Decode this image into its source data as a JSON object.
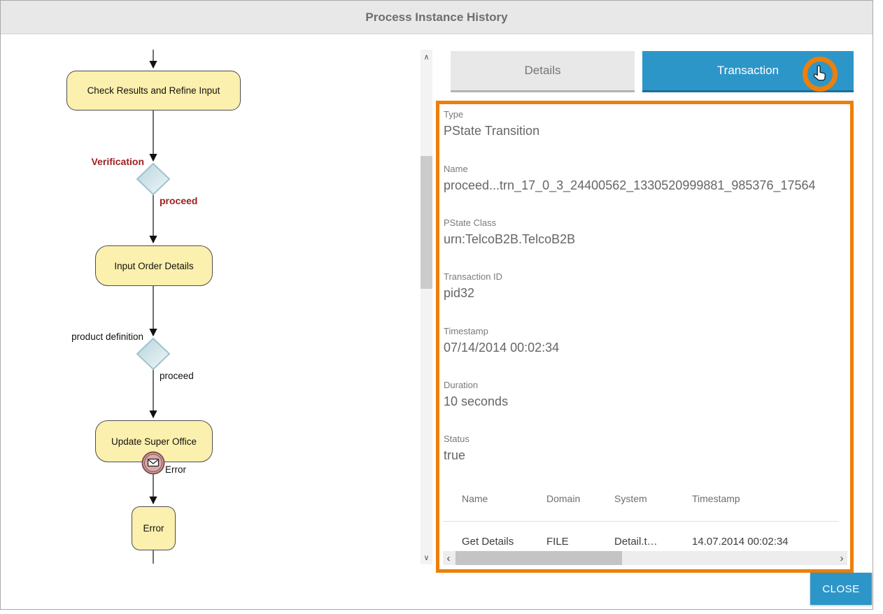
{
  "window": {
    "title": "Process Instance History",
    "close_label": "CLOSE"
  },
  "colors": {
    "accent_orange": "#ee7f0a",
    "tab_blue": "#2d96c9",
    "tab_blue_border": "#1a6d99",
    "node_yellow": "#fbf0ad",
    "node_border": "#4d4d4d",
    "decision_label_red": "#9e1f1f",
    "event_pink": "#d9a8a8",
    "event_ring": "#7d5050",
    "titlebar_gray": "#e8e8e8"
  },
  "icons": {
    "chevron_up": "∧",
    "chevron_down": "∨",
    "chevron_left": "‹",
    "chevron_right": "›"
  },
  "diagram": {
    "nodes": [
      {
        "label": "Check Results and Refine Input"
      },
      {
        "label": "Input Order Details"
      },
      {
        "label": "Update Super Office"
      },
      {
        "label": "Error"
      }
    ],
    "gateways": [
      {
        "label": "Verification",
        "outcome": "proceed"
      },
      {
        "label": "product definition",
        "outcome": "proceed"
      }
    ],
    "boundary_event": {
      "label": "Error",
      "icon": "envelope-error-icon"
    }
  },
  "panel": {
    "tabs": [
      {
        "label": "Details",
        "active": false
      },
      {
        "label": "Transaction",
        "active": true
      }
    ],
    "fields": [
      {
        "label": "Type",
        "value": "PState Transition"
      },
      {
        "label": "Name",
        "value": "proceed...trn_17_0_3_24400562_1330520999881_985376_17564"
      },
      {
        "label": "PState Class",
        "value": "urn:TelcoB2B.TelcoB2B"
      },
      {
        "label": "Transaction ID",
        "value": "pid32"
      },
      {
        "label": "Timestamp",
        "value": "07/14/2014 00:02:34"
      },
      {
        "label": "Duration",
        "value": "10 seconds"
      },
      {
        "label": "Status",
        "value": "true"
      }
    ],
    "table": {
      "headers": [
        "Name",
        "Domain",
        "System",
        "Timestamp"
      ],
      "rows": [
        [
          "Get Details",
          "FILE",
          "Detail.t…",
          "14.07.2014 00:02:34"
        ]
      ]
    }
  }
}
